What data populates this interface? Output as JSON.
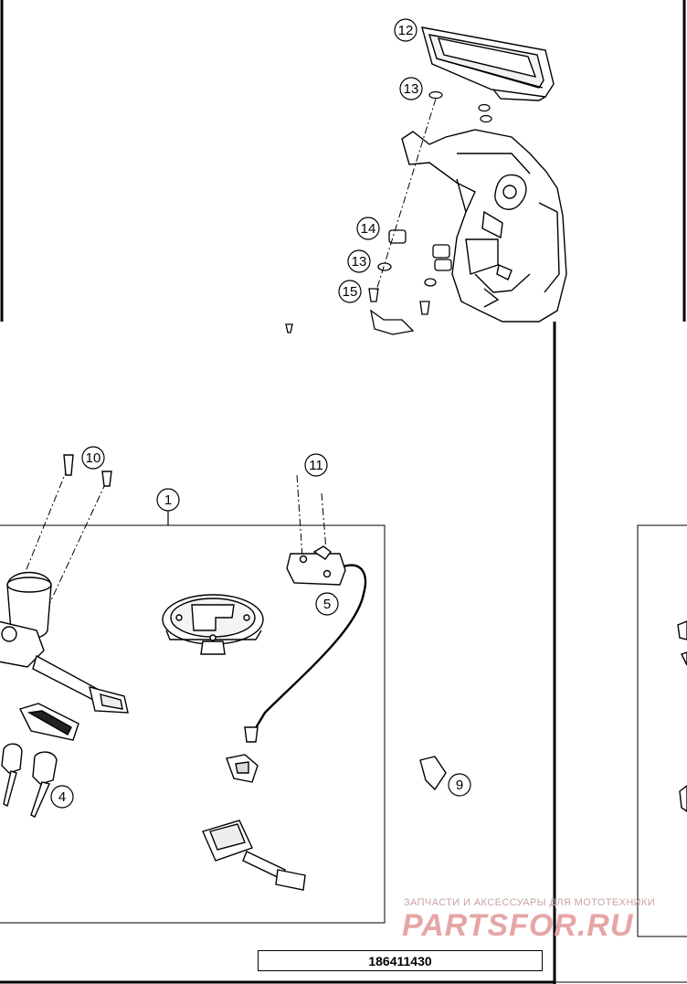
{
  "diagram": {
    "part_number": "186411430",
    "callouts": {
      "c1": "1",
      "c4": "4",
      "c5": "5",
      "c9": "9",
      "c10": "10",
      "c11": "11",
      "c12": "12",
      "c13a": "13",
      "c13b": "13",
      "c14": "14",
      "c15": "15"
    },
    "watermark": {
      "line1": "ЗАПЧАСТИ И АКСЕССУАРЫ ДЛЯ МОТОТЕХНИКИ",
      "line2": "PARTSFOR.RU"
    }
  }
}
